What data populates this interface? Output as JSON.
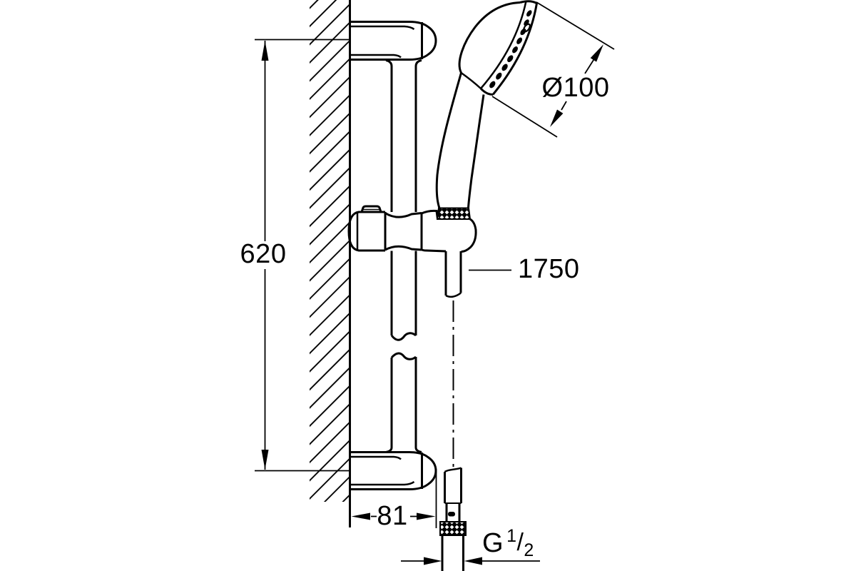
{
  "drawing": {
    "kind": "technical dimension drawing",
    "background_color": "#ffffff",
    "line_color": "#000000"
  },
  "labels": {
    "rail_height": "620",
    "head_diameter": "Ø100",
    "hose_length": "1750",
    "wall_offset": "81",
    "thread": {
      "prefix": "G",
      "numerator": "1",
      "slash": "/",
      "denominator": "2"
    }
  }
}
